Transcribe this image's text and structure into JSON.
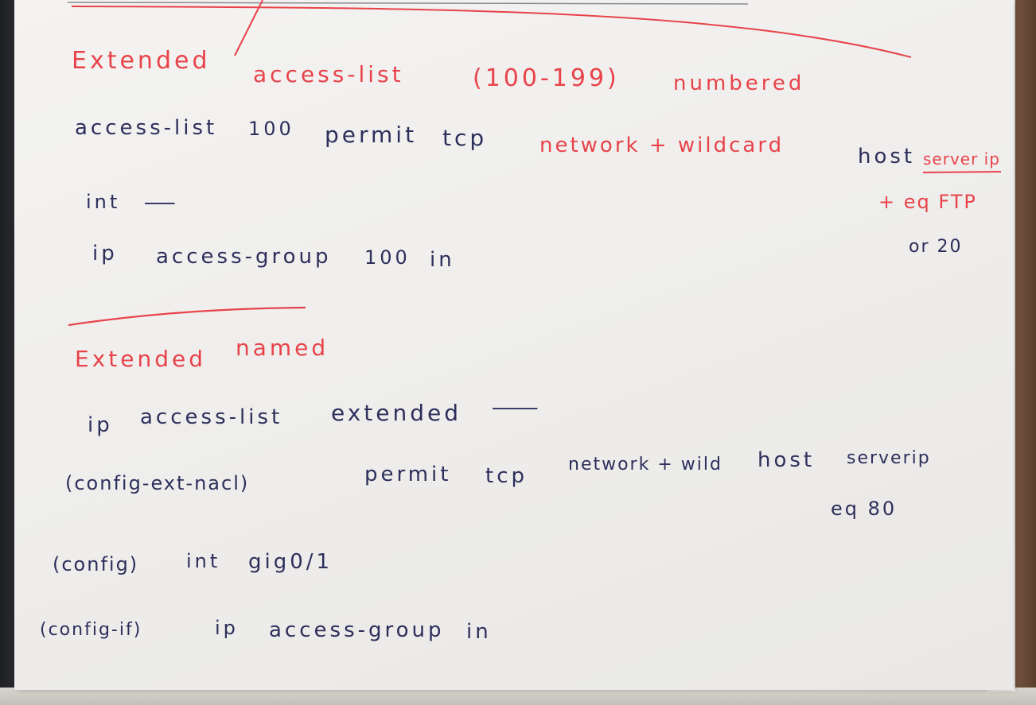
{
  "page": {
    "ink_colors": {
      "red": "#e8434a",
      "dark": "#2d2f5c"
    }
  },
  "section1": {
    "heading": {
      "part1": "Extended",
      "part2": "access-list",
      "part3": "(100-199)",
      "part4": "numbered"
    },
    "command": {
      "w1": "access-list",
      "w2": "100",
      "w3": "permit",
      "w4": "tcp",
      "w5": "network + wildcard",
      "w6": "host",
      "w7": "server ip"
    },
    "port_note": "+ eq FTP",
    "port_alt": "or 20",
    "int_label": "int",
    "int_blank": "—",
    "apply": {
      "w1": "ip",
      "w2": "access-group",
      "w3": "100",
      "w4": "in"
    }
  },
  "section2": {
    "heading": {
      "part1": "Extended",
      "part2": "named"
    },
    "line1": {
      "w1": "ip",
      "w2": "access-list",
      "w3": "extended",
      "w4": "—"
    },
    "line2": {
      "prompt": "(config-ext-nacl)",
      "w1": "permit",
      "w2": "tcp",
      "w3": "network + wild",
      "w4": "host",
      "w5": "serverip"
    },
    "line2_port": "eq 80",
    "line3": {
      "prompt": "(config)",
      "w1": "int",
      "w2": "gig0/1"
    },
    "line4": {
      "prompt": "(config-if)",
      "w1": "ip",
      "w2": "access-group",
      "w3": "in"
    }
  }
}
